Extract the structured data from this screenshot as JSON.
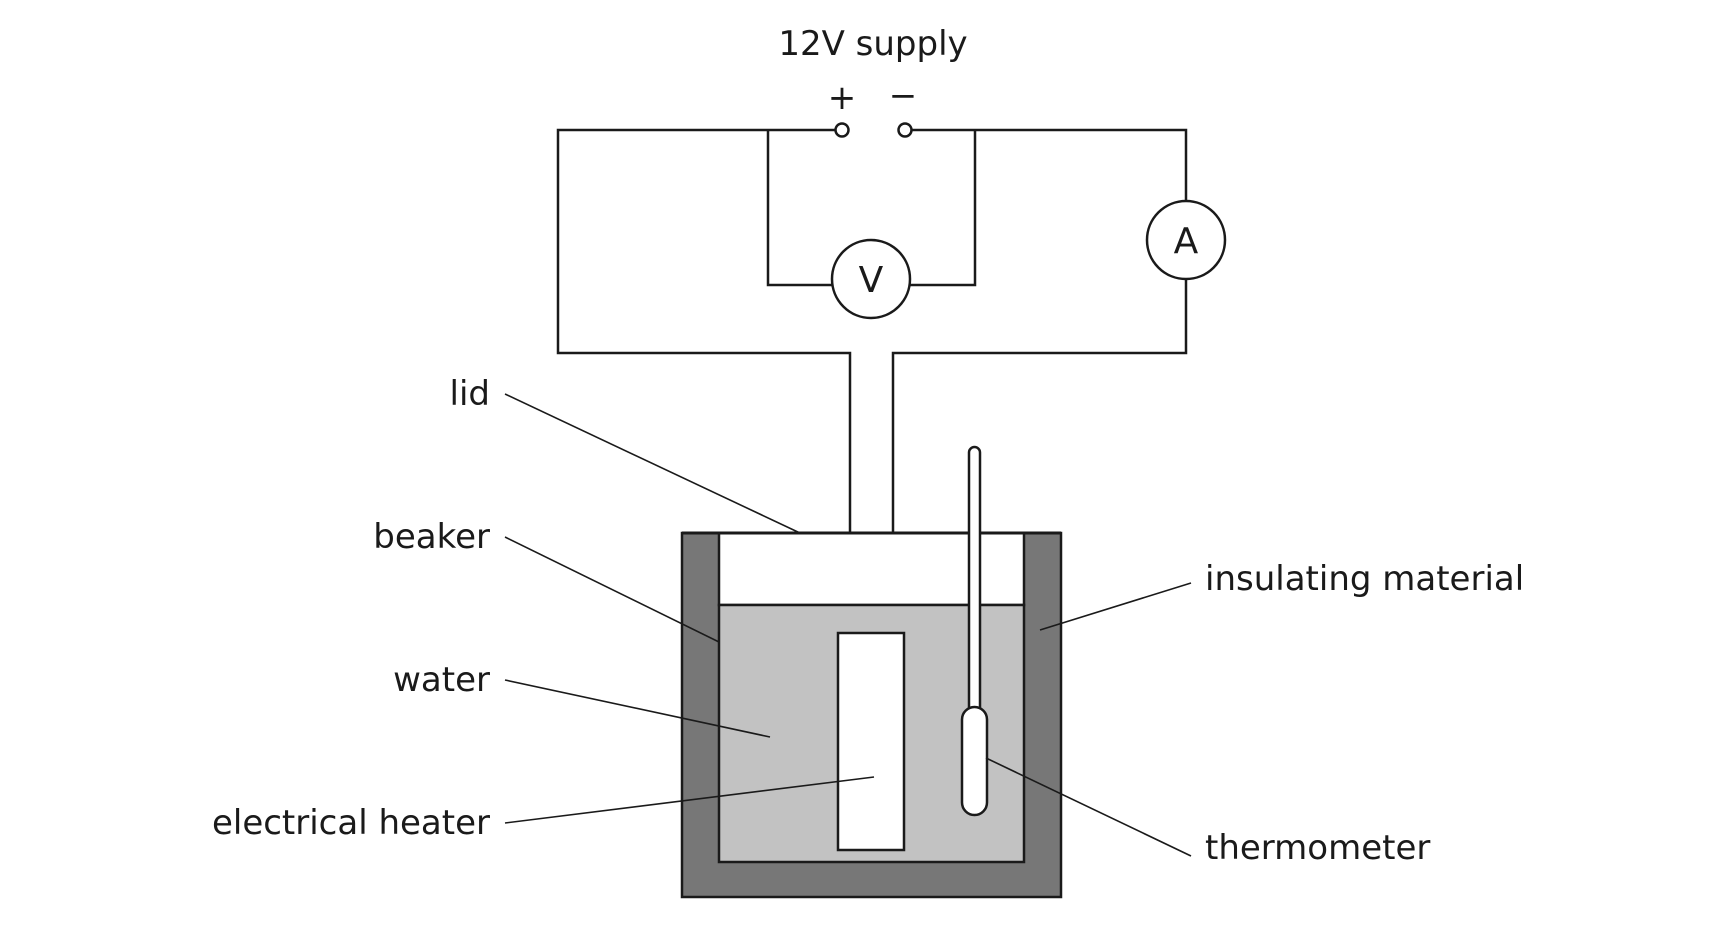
{
  "supply": {
    "label": "12V supply",
    "plus": "+",
    "minus": "−"
  },
  "meters": {
    "voltmeter": "V",
    "ammeter": "A"
  },
  "labels": {
    "lid": "lid",
    "beaker": "beaker",
    "water": "water",
    "heater": "electrical heater",
    "insulation": "insulating material",
    "thermometer": "thermometer"
  },
  "colors": {
    "insulation": "#777777",
    "water": "#c2c2c2",
    "line": "#1a1a1a",
    "background": "#ffffff"
  }
}
